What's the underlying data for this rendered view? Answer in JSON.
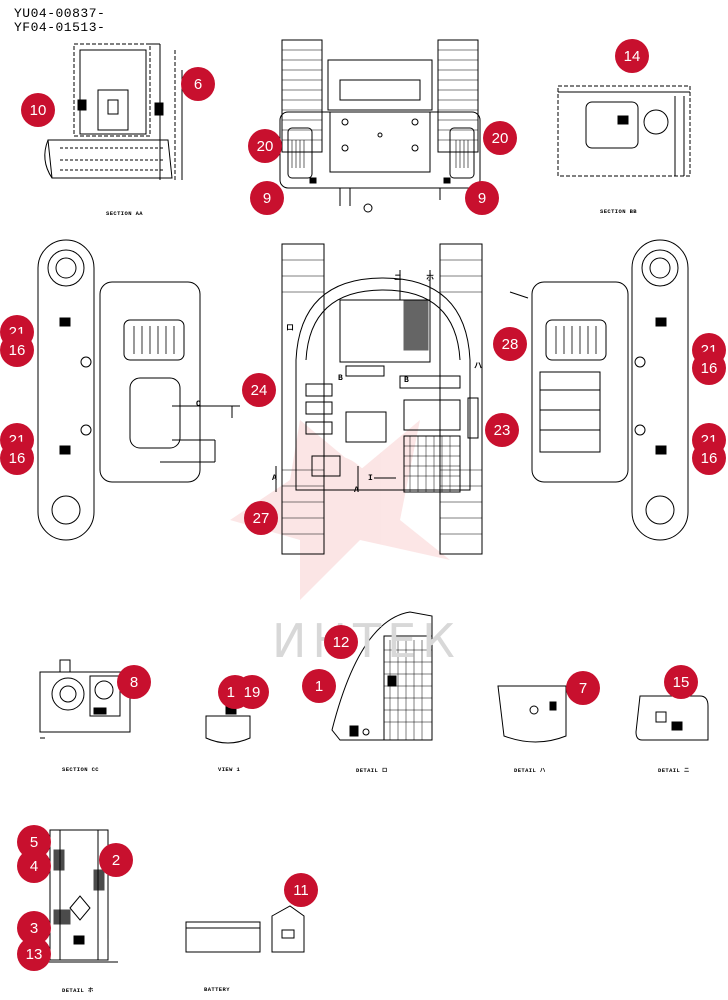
{
  "header": {
    "code_1": "YU04-00837-",
    "code_2": "YF04-01513-"
  },
  "watermark": {
    "text": "ИНТЕК",
    "color": "#d8d8d8",
    "logo_color": "#f5b7b7"
  },
  "accent_color": "#c8102e",
  "captions": {
    "section_aa": "SECTION AA",
    "section_bb": "SECTION BB",
    "section_cc": "SECTION CC",
    "view_1": "VIEW 1",
    "detail_ro": "DETAIL ロ",
    "detail_ha": "DETAIL ハ",
    "detail_ni": "DETAIL ニ",
    "detail_ho": "DETAIL ホ",
    "battery": "BATTERY"
  },
  "view_marks": {
    "ni": "ニ",
    "ho": "ホ",
    "ro": "ロ",
    "ha": "ハ",
    "b1": "B",
    "b2": "B",
    "a1": "A",
    "a2": "A",
    "c": "C",
    "i": "I"
  },
  "callouts": [
    {
      "id": "c10",
      "label": "10"
    },
    {
      "id": "c6",
      "label": "6"
    },
    {
      "id": "c20a",
      "label": "20"
    },
    {
      "id": "c9a",
      "label": "9"
    },
    {
      "id": "c20b",
      "label": "20"
    },
    {
      "id": "c9b",
      "label": "9"
    },
    {
      "id": "c14",
      "label": "14"
    },
    {
      "id": "c21a",
      "label": "21"
    },
    {
      "id": "c16a",
      "label": "16"
    },
    {
      "id": "c21b",
      "label": "21"
    },
    {
      "id": "c16b",
      "label": "16"
    },
    {
      "id": "c28",
      "label": "28"
    },
    {
      "id": "c24",
      "label": "24"
    },
    {
      "id": "c23",
      "label": "23"
    },
    {
      "id": "c27",
      "label": "27"
    },
    {
      "id": "c21c",
      "label": "21"
    },
    {
      "id": "c16c",
      "label": "16"
    },
    {
      "id": "c21d",
      "label": "21"
    },
    {
      "id": "c16d",
      "label": "16"
    },
    {
      "id": "c8",
      "label": "8"
    },
    {
      "id": "c18",
      "label": "18"
    },
    {
      "id": "c19",
      "label": "19"
    },
    {
      "id": "c12",
      "label": "12"
    },
    {
      "id": "c1",
      "label": "1"
    },
    {
      "id": "c7",
      "label": "7"
    },
    {
      "id": "c15",
      "label": "15"
    },
    {
      "id": "c5",
      "label": "5"
    },
    {
      "id": "c4",
      "label": "4"
    },
    {
      "id": "c2",
      "label": "2"
    },
    {
      "id": "c3",
      "label": "3"
    },
    {
      "id": "c13",
      "label": "13"
    },
    {
      "id": "c11",
      "label": "11"
    }
  ]
}
